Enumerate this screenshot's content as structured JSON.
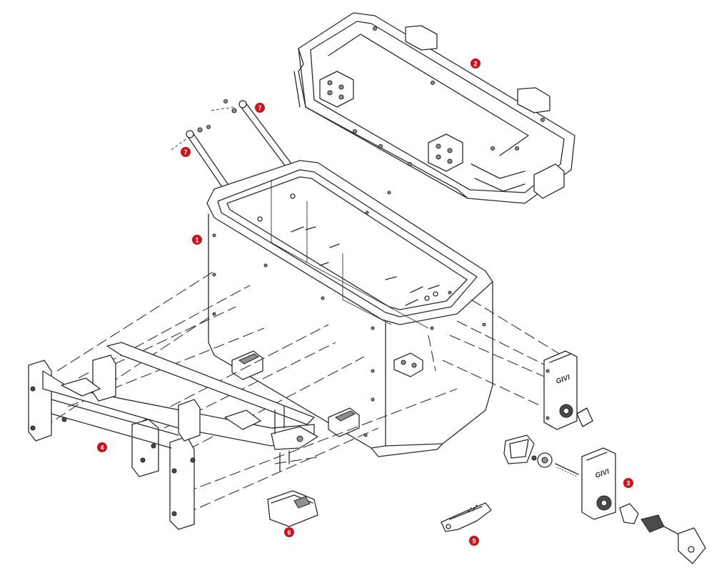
{
  "callouts": [
    {
      "label": "1"
    },
    {
      "label": "2"
    },
    {
      "label": "3"
    },
    {
      "label": "4"
    },
    {
      "label": "5"
    },
    {
      "label": "6"
    },
    {
      "label": "7"
    },
    {
      "label": "7"
    }
  ],
  "brand_label": "GIVI",
  "colors": {
    "callout": "#c8141c",
    "line": "#2a2a2a"
  }
}
